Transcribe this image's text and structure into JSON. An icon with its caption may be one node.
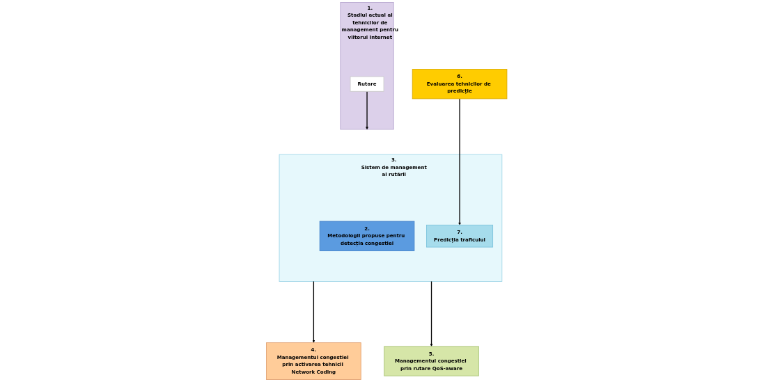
{
  "diagram": {
    "nodes": [
      {
        "text": [
          "1.",
          "Stadiul actual al tehnicilor de management pentru viitorul Internet"
        ]
      },
      {
        "text": [
          "Rutare"
        ],
        "in": 0
      },
      {
        "text": [
          "3.",
          "Sistem de management al rutării"
        ]
      },
      {
        "text": [
          "2.",
          "Metodologii propuse pentru detecția congestiei"
        ],
        "in": 2
      },
      {
        "text": [
          "7.",
          "Predicția traficului"
        ],
        "in": 2
      },
      {
        "text": [
          "6.",
          "Evaluarea tehnicilor de predicție"
        ]
      },
      {
        "text": [
          "4.",
          "Managementul congestiei prin activarea tehnicii Network Coding"
        ]
      },
      {
        "text": [
          "5.",
          "Managementul congestiei prin rutare QoS-aware"
        ]
      }
    ],
    "edges": [
      {
        "from": 1,
        "to": 2,
        "arrow": "to"
      },
      {
        "from": 5,
        "to": 4,
        "arrow": "to"
      },
      {
        "from": 2,
        "to": 6,
        "arrow": "to"
      },
      {
        "from": 2,
        "to": 7,
        "arrow": "to"
      }
    ]
  }
}
